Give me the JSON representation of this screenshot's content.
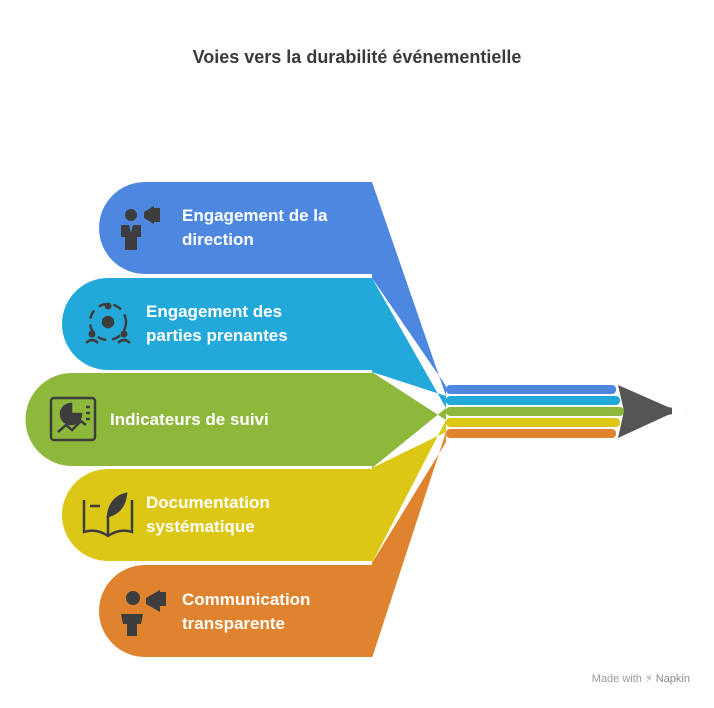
{
  "title": "Voies vers la durabilité événementielle",
  "items": [
    {
      "label": "Engagement de la\ndirection",
      "color": "#4d87e0",
      "icon": "leader-megaphone-icon"
    },
    {
      "label": "Engagement des\nparties prenantes",
      "color": "#22a9da",
      "icon": "stakeholder-network-icon"
    },
    {
      "label": "Indicateurs de suivi",
      "color": "#8db83c",
      "icon": "dashboard-chart-icon"
    },
    {
      "label": "Documentation\nsystématique",
      "color": "#dcc716",
      "icon": "book-leaf-icon"
    },
    {
      "label": "Communication\ntransparente",
      "color": "#e0832e",
      "icon": "speaker-megaphone-icon"
    }
  ],
  "pencil": {
    "tip_color": "#555555",
    "icon": "pencil-tip-icon"
  },
  "footer": {
    "made_with": "Made with",
    "brand": "Napkin",
    "icon": "napkin-logo-icon"
  }
}
